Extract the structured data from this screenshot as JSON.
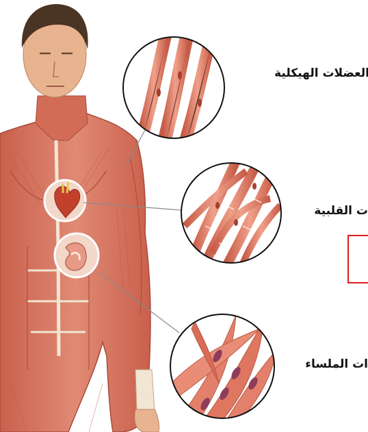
{
  "labels": {
    "skeletal": "العضلات الهيكلية",
    "cardiac": "ت القلبية",
    "smooth": "ات الملساء"
  },
  "colors": {
    "background": "#ffffff",
    "muscle": "#d9735e",
    "muscle_dark": "#a94a3b",
    "skin": "#e8b48f",
    "hair": "#4a3424",
    "tendon": "#f1e6d3",
    "fiber": "#e3806b",
    "highlight_box": "#e01b1b",
    "leader_line": "#8a8a8a",
    "text": "#111111"
  },
  "icons": [
    "heart-inset",
    "stomach-inset"
  ]
}
